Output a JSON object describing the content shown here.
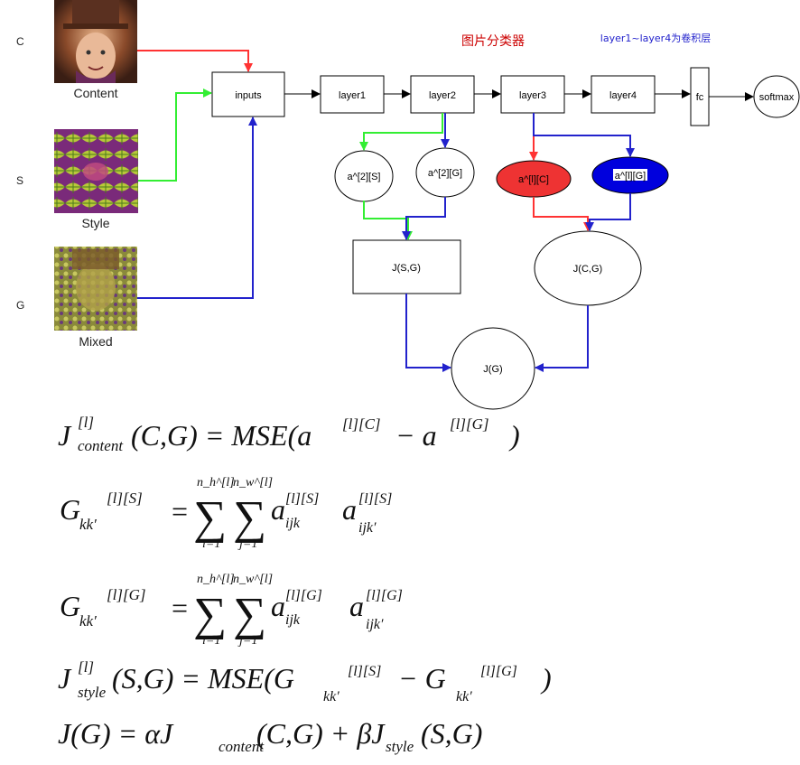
{
  "labels": {
    "c_side": "C",
    "s_side": "S",
    "g_side": "G",
    "content_caption": "Content",
    "style_caption": "Style",
    "mixed_caption": "Mixed",
    "title_cn": "图片分类器",
    "note": "layer1~layer4为卷积层"
  },
  "nodes": {
    "inputs": "inputs",
    "layer1": "layer1",
    "layer2": "layer2",
    "layer3": "layer3",
    "layer4": "layer4",
    "fc": "fc",
    "softmax": "softmax",
    "a2s": "a^[2][S]",
    "a2g": "a^[2][G]",
    "alc": "a^[l][C]",
    "alg": "a^[l][G]",
    "jsg": "J(S,G)",
    "jcg": "J(C,G)",
    "jg": "J(G)"
  },
  "colors": {
    "content": "#ff3333",
    "style": "#33ee33",
    "generated": "#2222cc",
    "alc_fill": "#ee3333",
    "alg_fill": "#0000dd"
  },
  "formulas": {
    "f1_J": "J",
    "f1_sup": "[l]",
    "f1_sub": "content",
    "f1_rest": "(C,G) = MSE(a",
    "f1_a1sup": "[l][C]",
    "f1_minus": " − a",
    "f1_a2sup": "[l][G]",
    "f1_close": ")",
    "f2_G": "G",
    "f2_sub": "kk′",
    "f2_sup": "[l][S]",
    "f2_eq": "=",
    "f2_sum1_top": "n_h^[l]",
    "f2_sum1_bot": "i=1",
    "f2_sum2_top": "n_w^[l]",
    "f2_sum2_bot": "j=1",
    "f2_a": "a",
    "f2_a1sup": "[l][S]",
    "f2_a1sub": "ijk",
    "f2_a2sup": "[l][S]",
    "f2_a2sub": "ijk′",
    "f3_sup": "[l][G]",
    "f3_a1sup": "[l][G]",
    "f3_a2sup": "[l][G]",
    "f4_J": "J",
    "f4_sup": "[l]",
    "f4_sub": "style",
    "f4_rest": "(S,G) = MSE(G",
    "f4_g1sub": "kk′",
    "f4_g1sup": "[l][S]",
    "f4_minus": " − G",
    "f4_g2sub": "kk′",
    "f4_g2sup": "[l][G]",
    "f4_close": ")",
    "f5_a": "J(G) = αJ",
    "f5_sub1": "content",
    "f5_b": "(C,G) + βJ",
    "f5_sub2": "style",
    "f5_c": "(S,G)"
  }
}
